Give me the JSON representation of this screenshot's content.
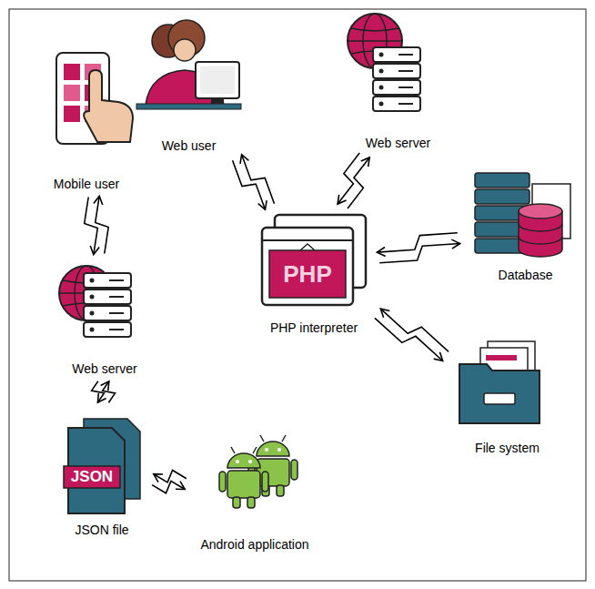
{
  "diagram": {
    "nodes": [
      {
        "text": [
          "Web user"
        ]
      },
      {
        "text": [
          "Web server"
        ]
      },
      {
        "text": [
          "Mobile user"
        ]
      },
      {
        "text": [
          "Database"
        ]
      },
      {
        "text": [
          "PHP interpreter"
        ]
      },
      {
        "text": [
          "Web server"
        ]
      },
      {
        "text": [
          "File system"
        ]
      },
      {
        "text": [
          "JSON file"
        ]
      },
      {
        "text": [
          "Android application"
        ]
      }
    ],
    "edges": [
      {
        "from": 0,
        "to": 4,
        "arrow": "both"
      },
      {
        "from": 4,
        "to": 1,
        "arrow": "both"
      },
      {
        "from": 4,
        "to": 3,
        "arrow": "both"
      },
      {
        "from": 4,
        "to": 6,
        "arrow": "both"
      },
      {
        "from": 2,
        "to": 5,
        "arrow": "both"
      },
      {
        "from": 5,
        "to": 7,
        "arrow": "both"
      },
      {
        "from": 7,
        "to": 8,
        "arrow": "both"
      }
    ],
    "labels": [
      "PHP",
      "JSON"
    ]
  }
}
